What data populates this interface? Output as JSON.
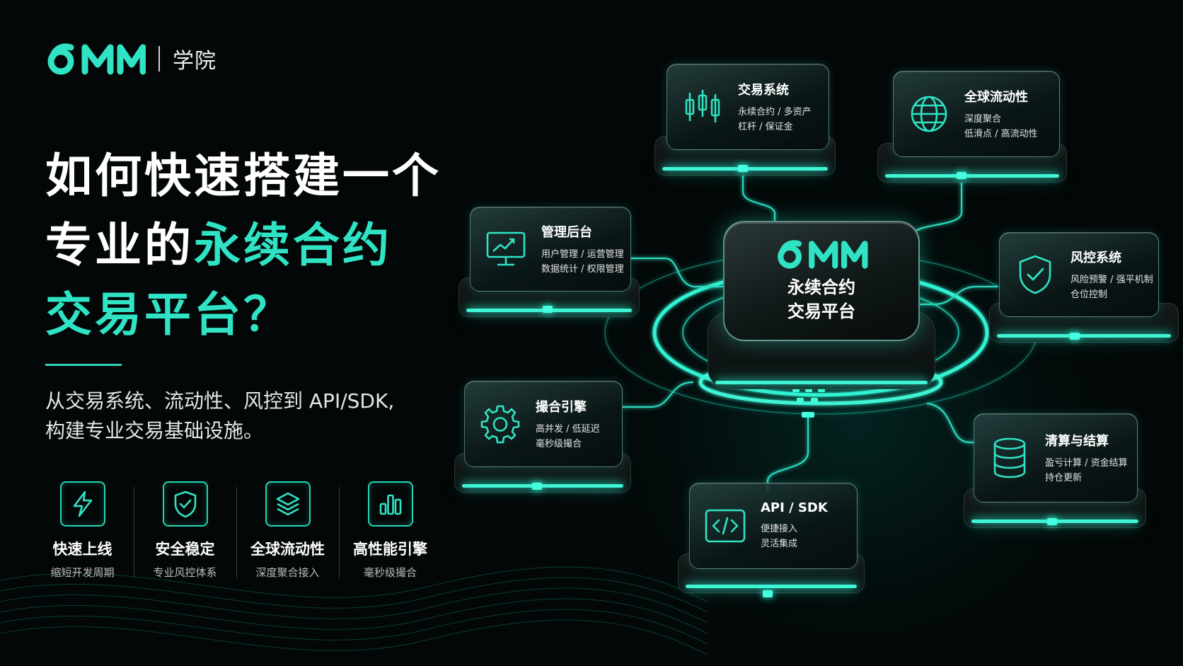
{
  "brand": {
    "logo_text": "6MM",
    "sub": "学院"
  },
  "headline": {
    "line1": "如何快速搭建一个",
    "line2_white": "专业的",
    "line2_teal": "永续合约",
    "line3": "交易平台？"
  },
  "subtitle": {
    "line1": "从交易系统、流动性、风控到 API/SDK,",
    "line2": "构建专业交易基础设施。"
  },
  "features": [
    {
      "icon": "lightning-icon",
      "title": "快速上线",
      "desc": "缩短开发周期"
    },
    {
      "icon": "shield-icon",
      "title": "安全稳定",
      "desc": "专业风控体系"
    },
    {
      "icon": "layers-icon",
      "title": "全球流动性",
      "desc": "深度聚合接入"
    },
    {
      "icon": "bar-chart-icon",
      "title": "高性能引擎",
      "desc": "毫秒级撮合"
    }
  ],
  "hub": {
    "logo_text": "6MM",
    "title_line1": "永续合约",
    "title_line2": "交易平台"
  },
  "modules": {
    "trading": {
      "icon": "candlestick-icon",
      "title": "交易系统",
      "line1": "永续合约 / 多资产",
      "line2": "杠杆 / 保证金"
    },
    "liquidity": {
      "icon": "globe-icon",
      "title": "全球流动性",
      "line1": "深度聚合",
      "line2": "低滑点 / 高流动性"
    },
    "admin": {
      "icon": "monitor-chart-icon",
      "title": "管理后台",
      "line1": "用户管理 / 运营管理",
      "line2": "数据统计 / 权限管理"
    },
    "risk": {
      "icon": "shield-check-icon",
      "title": "风控系统",
      "line1": "风险预警 / 强平机制",
      "line2": "仓位控制"
    },
    "matching": {
      "icon": "gear-icon",
      "title": "撮合引擎",
      "line1": "高并发 / 低延迟",
      "line2": "毫秒级撮合"
    },
    "clearing": {
      "icon": "database-icon",
      "title": "清算与结算",
      "line1": "盈亏计算 / 资金结算",
      "line2": "持仓更新"
    },
    "api": {
      "icon": "code-icon",
      "title": "API / SDK",
      "line1": "便捷接入",
      "line2": "灵活集成"
    }
  },
  "colors": {
    "accent": "#2fe3c4",
    "glow": "#3ff5d6",
    "background": "#030707"
  }
}
